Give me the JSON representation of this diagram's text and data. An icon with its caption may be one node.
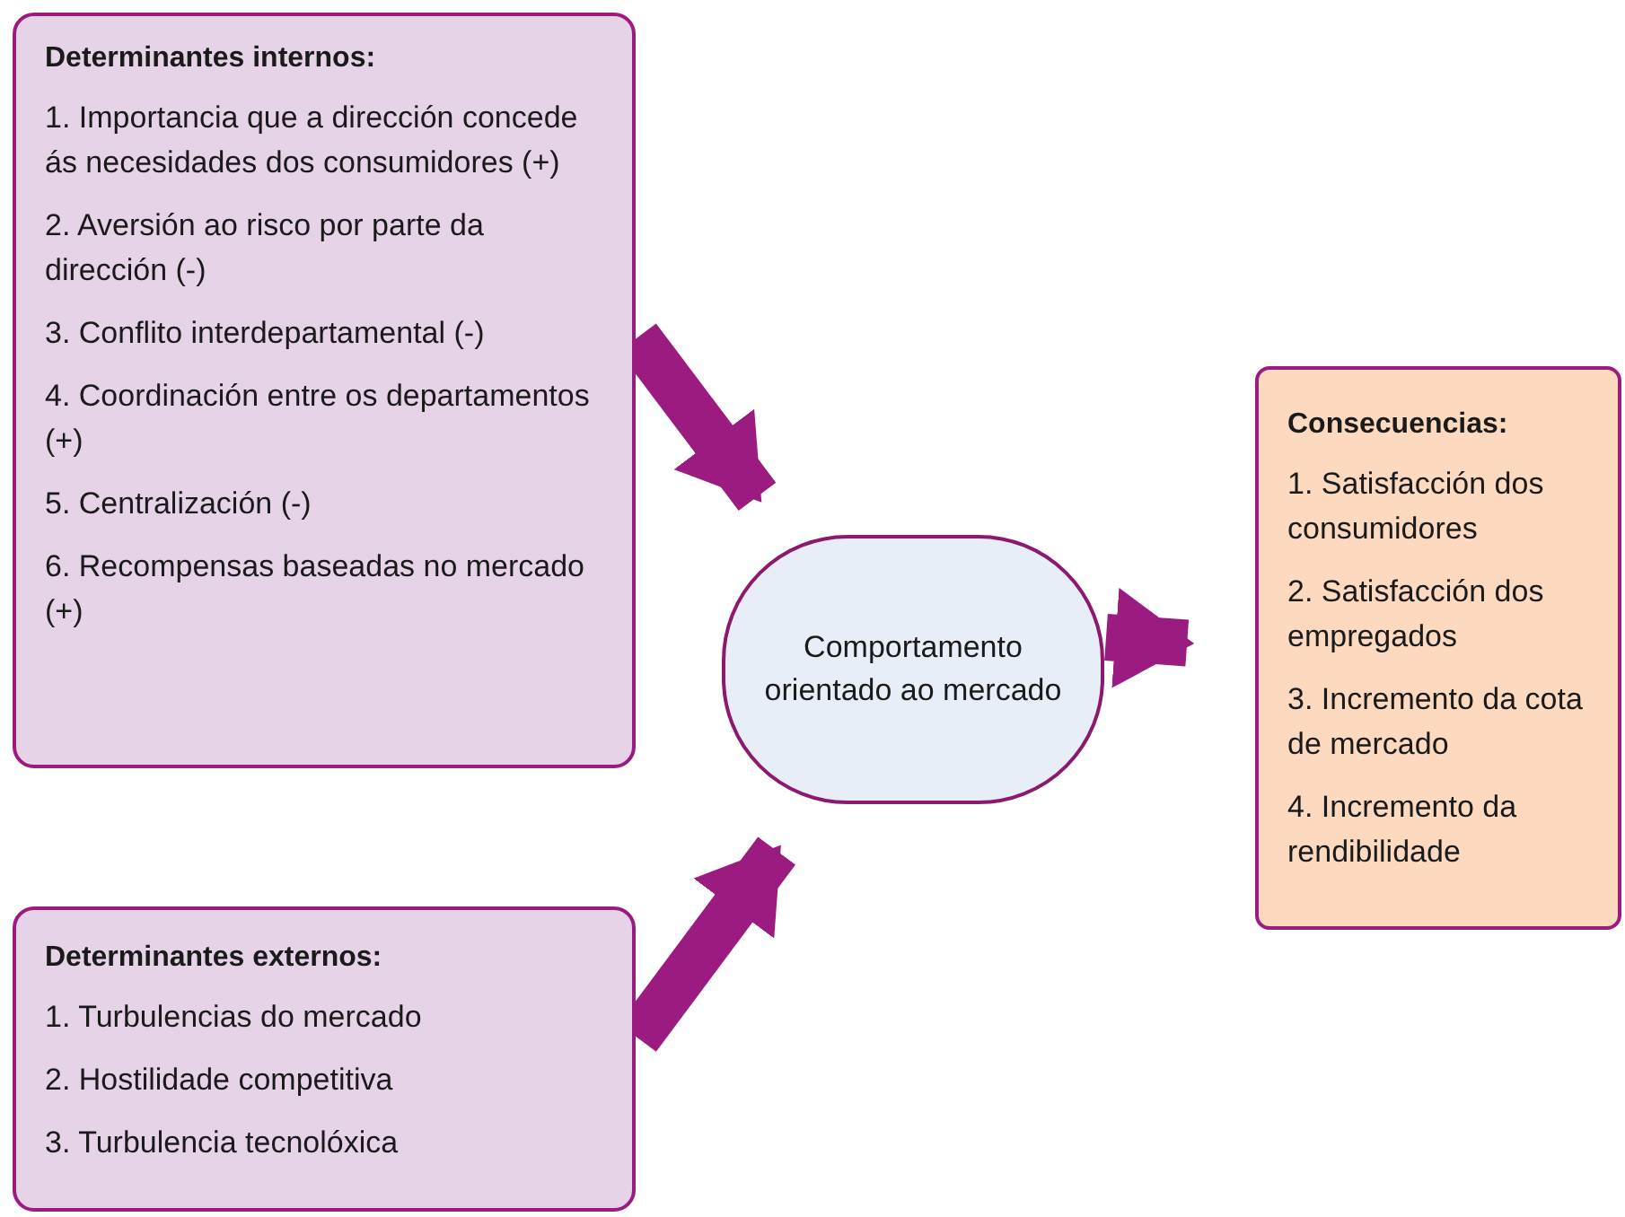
{
  "diagram": {
    "nodes": [
      {
        "text": [
          "Determinantes internos:",
          "1. Importancia que a dirección concede ás necesidades dos consumidores (+)",
          "2. Aversión ao risco por parte da dirección (-)",
          "3. Conflito interdepartamental (-)",
          "4. Coordinación entre os departamentos (+)",
          "5. Centralización (-)",
          "6. Recompensas baseadas no mercado (+)"
        ]
      },
      {
        "text": [
          "Determinantes externos:",
          "1. Turbulencias do mercado",
          "2. Hostilidade competitiva",
          "3. Turbulencia tecnolóxica"
        ]
      },
      {
        "text": [
          "Comportamento orientado ao mercado"
        ]
      },
      {
        "text": [
          "Consecuencias:",
          "1. Satisfacción dos consumidores",
          "2. Satisfacción dos empregados",
          "3. Incremento da cota de mercado",
          "4. Incremento da rendibilidade"
        ]
      }
    ],
    "edges": [
      {
        "from": 0,
        "to": 2,
        "arrow": "to"
      },
      {
        "from": 1,
        "to": 2,
        "arrow": "to"
      },
      {
        "from": 2,
        "to": 3,
        "arrow": "to"
      }
    ]
  }
}
